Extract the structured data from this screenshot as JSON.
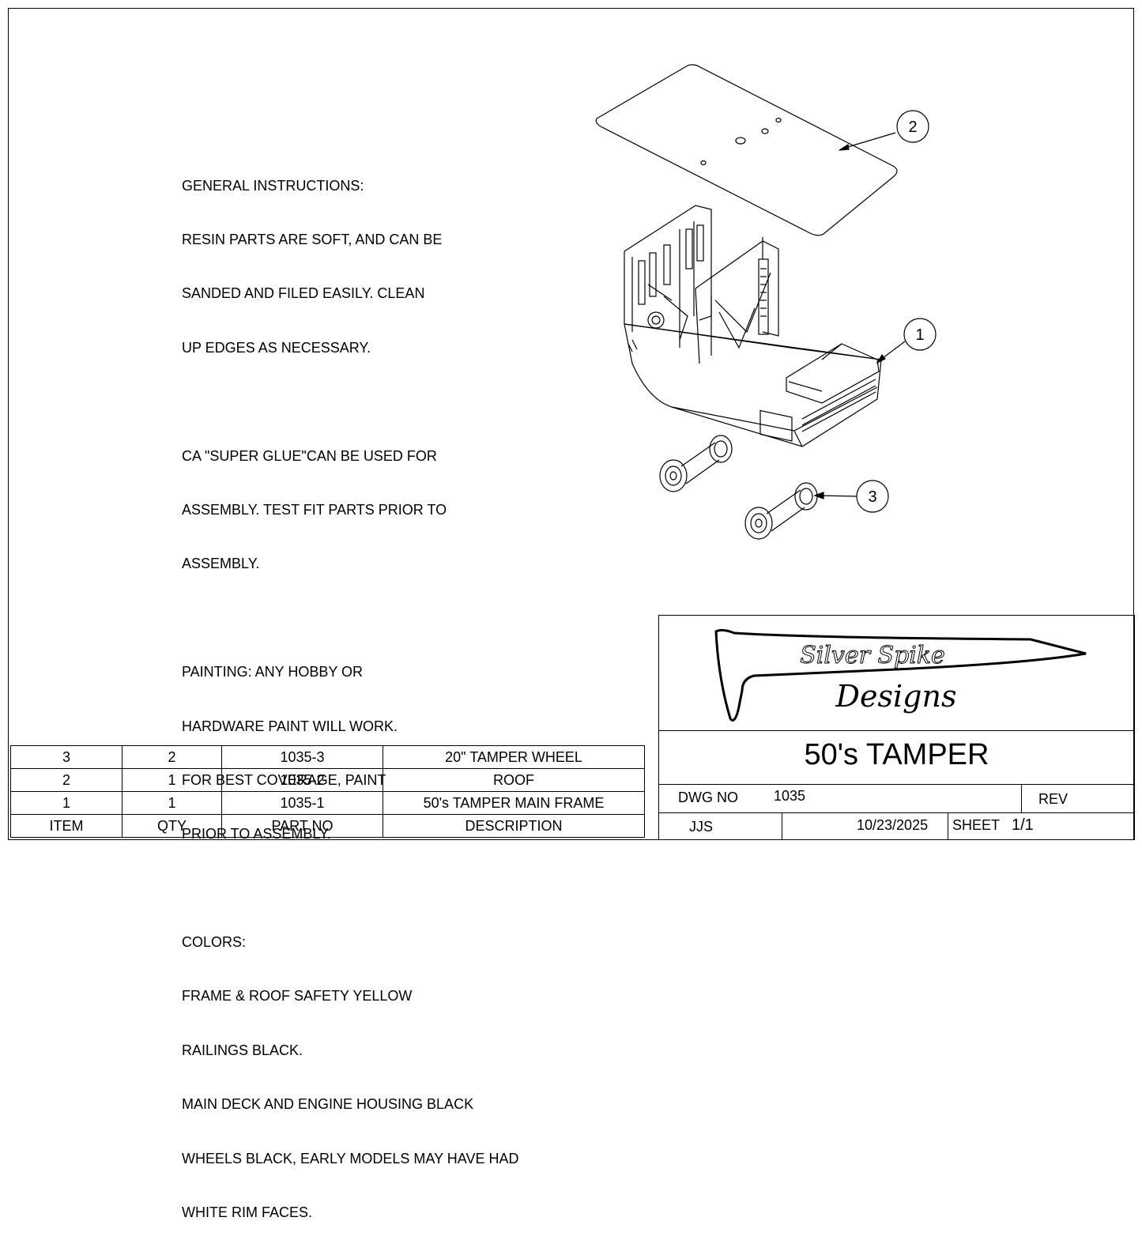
{
  "instructions": {
    "lines": [
      "GENERAL INSTRUCTIONS:",
      "RESIN PARTS ARE SOFT, AND CAN BE",
      "SANDED AND FILED EASILY. CLEAN",
      "UP EDGES AS NECESSARY.",
      "",
      "CA \"SUPER GLUE\"CAN BE USED FOR",
      "ASSEMBLY. TEST FIT PARTS PRIOR TO",
      "ASSEMBLY.",
      "",
      "PAINTING: ANY HOBBY OR",
      "HARDWARE PAINT WILL WORK.",
      "FOR BEST COVERAGE, PAINT",
      "PRIOR TO ASSEMBLY.",
      "",
      "COLORS:",
      "FRAME & ROOF SAFETY YELLOW",
      "RAILINGS BLACK.",
      "MAIN DECK AND ENGINE HOUSING BLACK",
      "WHEELS BLACK, EARLY MODELS MAY HAVE HAD",
      "WHITE RIM FACES."
    ]
  },
  "balloons": {
    "roof": "2",
    "frame": "1",
    "wheel": "3"
  },
  "bom": {
    "rows": [
      {
        "item": "3",
        "qty": "2",
        "part": "1035-3",
        "desc": "20\" TAMPER WHEEL"
      },
      {
        "item": "2",
        "qty": "1",
        "part": "1035-2",
        "desc": "ROOF"
      },
      {
        "item": "1",
        "qty": "1",
        "part": "1035-1",
        "desc": "50's TAMPER MAIN FRAME"
      }
    ],
    "header": {
      "item": "ITEM",
      "qty": "QTY",
      "part": "PART NO",
      "desc": "DESCRIPTION"
    }
  },
  "title_block": {
    "logo_line1": "Silver Spike",
    "logo_line2": "Designs",
    "title": "50's TAMPER",
    "dwg_no_label": "DWG NO",
    "dwg_no": "1035",
    "rev_label": "REV",
    "drawn_by": "JJS",
    "date": "10/23/2025",
    "sheet_label": "SHEET",
    "sheet": "1/1"
  }
}
